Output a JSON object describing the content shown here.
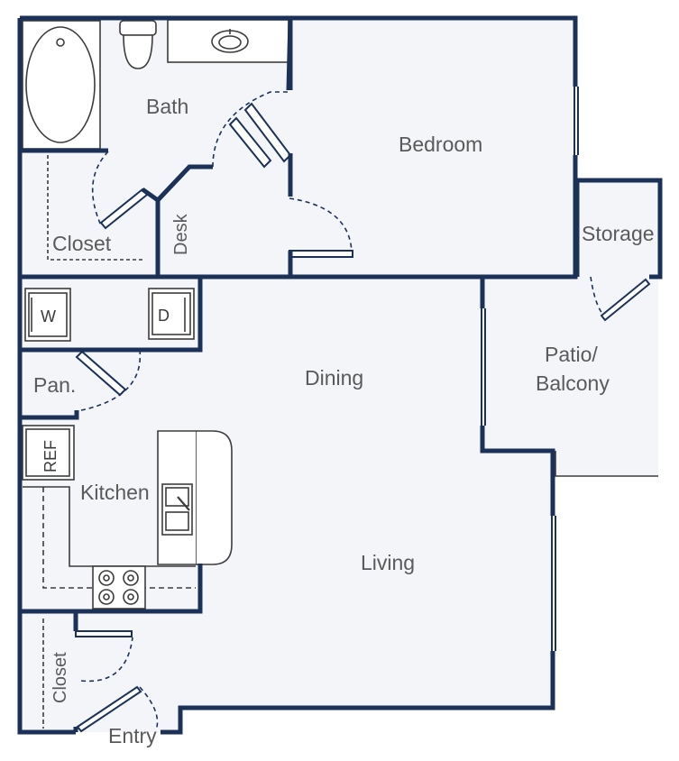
{
  "colors": {
    "wall": "#1b3157",
    "floor": "#f4f5f8",
    "line": "#3c3c3c",
    "label": "#5a5a5a"
  },
  "rooms": {
    "bath": "Bath",
    "bedroom": "Bedroom",
    "storage": "Storage",
    "closet_upper": "Closet",
    "desk": "Desk",
    "washer": "W",
    "dryer": "D",
    "pantry": "Pan.",
    "dining": "Dining",
    "patio_line1": "Patio/",
    "patio_line2": "Balcony",
    "fridge": "REF",
    "kitchen": "Kitchen",
    "living": "Living",
    "closet_lower": "Closet",
    "entry": "Entry"
  }
}
